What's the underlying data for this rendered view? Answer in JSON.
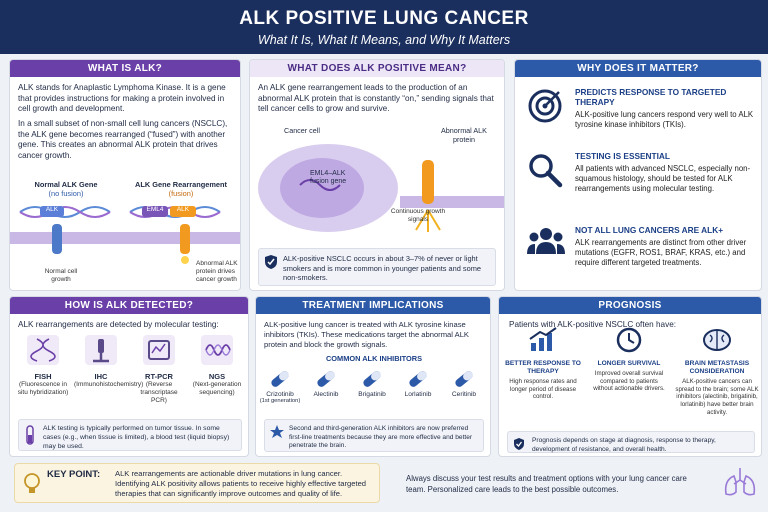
{
  "header": {
    "title": "ALK POSITIVE LUNG CANCER",
    "subtitle": "What It Is, What It Means, and Why It Matters"
  },
  "what_is": {
    "heading": "WHAT IS ALK?",
    "p1": "ALK stands for Anaplastic Lymphoma Kinase. It is a gene that provides instructions for making a protein involved in cell growth and development.",
    "p2": "In a small subset of non-small cell lung cancers (NSCLC), the ALK gene becomes rearranged (“fused”) with another gene. This creates an abnormal ALK protein that drives cancer growth.",
    "normal_title": "Normal ALK Gene",
    "normal_sub": "(no fusion)",
    "normal_gene": "ALK",
    "normal_caption": "Normal cell growth",
    "rearr_title": "ALK Gene Rearrangement",
    "rearr_sub": "(fusion)",
    "rearr_gene1": "EML4",
    "rearr_gene2": "ALK",
    "rearr_caption": "Abnormal ALK protein drives cancer growth"
  },
  "what_pos": {
    "heading": "WHAT DOES ALK POSITIVE MEAN?",
    "p1": "An ALK gene rearrangement leads to the production of an abnormal ALK protein that is constantly “on,” sending signals that tell cancer cells to grow and survive.",
    "cancer_cell": "Cancer cell",
    "fusion_gene": "EML4–ALK fusion gene",
    "abnormal_protein": "Abnormal ALK protein",
    "signals": "Continuous growth signals",
    "note": "ALK-positive NSCLC occurs in about 3–7% of never or light smokers and is more common in younger patients and some non-smokers."
  },
  "why": {
    "heading": "WHY DOES IT MATTER?",
    "items": [
      {
        "title": "PREDICTS RESPONSE TO TARGETED THERAPY",
        "text": "ALK-positive lung cancers respond very well to ALK tyrosine kinase inhibitors (TKIs).",
        "icon": "target-icon"
      },
      {
        "title": "TESTING IS ESSENTIAL",
        "text": "All patients with advanced NSCLC, especially non-squamous histology, should be tested for ALK rearrangements using molecular testing.",
        "icon": "magnifier-icon"
      },
      {
        "title": "NOT ALL LUNG CANCERS ARE ALK+",
        "text": "ALK rearrangements are distinct from other driver mutations (EGFR, ROS1, BRAF, KRAS, etc.) and require different targeted treatments.",
        "icon": "people-icon"
      }
    ]
  },
  "detect": {
    "heading": "HOW IS ALK DETECTED?",
    "intro": "ALK rearrangements are detected by molecular testing:",
    "methods": [
      {
        "name": "FISH",
        "desc": "(Fluorescence in situ hybridization)"
      },
      {
        "name": "IHC",
        "desc": "(Immunohistochemistry)"
      },
      {
        "name": "RT-PCR",
        "desc": "(Reverse transcriptase PCR)"
      },
      {
        "name": "NGS",
        "desc": "(Next-generation sequencing)"
      }
    ],
    "note": "ALK testing is typically performed on tumor tissue. In some cases (e.g., when tissue is limited), a blood test (liquid biopsy) may be used."
  },
  "treat": {
    "heading": "TREATMENT IMPLICATIONS",
    "intro": "ALK-positive lung cancer is treated with ALK tyrosine kinase inhibitors (TKIs). These medications target the abnormal ALK protein and block the growth signals.",
    "sub": "COMMON ALK INHIBITORS",
    "drugs": [
      {
        "name": "Crizotinib",
        "note": "(1st generation)"
      },
      {
        "name": "Alectinib",
        "note": ""
      },
      {
        "name": "Brigatinib",
        "note": ""
      },
      {
        "name": "Lorlatinib",
        "note": ""
      },
      {
        "name": "Ceritinib",
        "note": ""
      }
    ],
    "note": "Second and third-generation ALK inhibitors are now preferred first-line treatments because they are more effective and better penetrate the brain."
  },
  "prog": {
    "heading": "PROGNOSIS",
    "intro": "Patients with ALK-positive NSCLC often have:",
    "items": [
      {
        "title": "BETTER RESPONSE TO THERAPY",
        "text": "High response rates and longer period of disease control."
      },
      {
        "title": "LONGER SURVIVAL",
        "text": "Improved overall survival compared to patients without actionable drivers."
      },
      {
        "title": "BRAIN METASTASIS CONSIDERATION",
        "text": "ALK-positive cancers can spread to the brain; some ALK inhibitors (alectinib, brigatinib, lorlatinib) have better brain activity."
      }
    ],
    "note": "Prognosis depends on stage at diagnosis, response to therapy, development of resistance, and overall health."
  },
  "key": {
    "label": "KEY POINT:",
    "text": "ALK rearrangements are actionable driver mutations in lung cancer. Identifying ALK positivity allows patients to receive highly effective targeted therapies that can significantly improve outcomes and quality of life."
  },
  "footer": "Always discuss your test results and treatment options with your lung cancer care team. Personalized care leads to the best possible outcomes.",
  "colors": {
    "navy": "#1b2f5e",
    "purple": "#6a3fa7",
    "blue": "#2d5aa8",
    "orange": "#f29a1f"
  }
}
